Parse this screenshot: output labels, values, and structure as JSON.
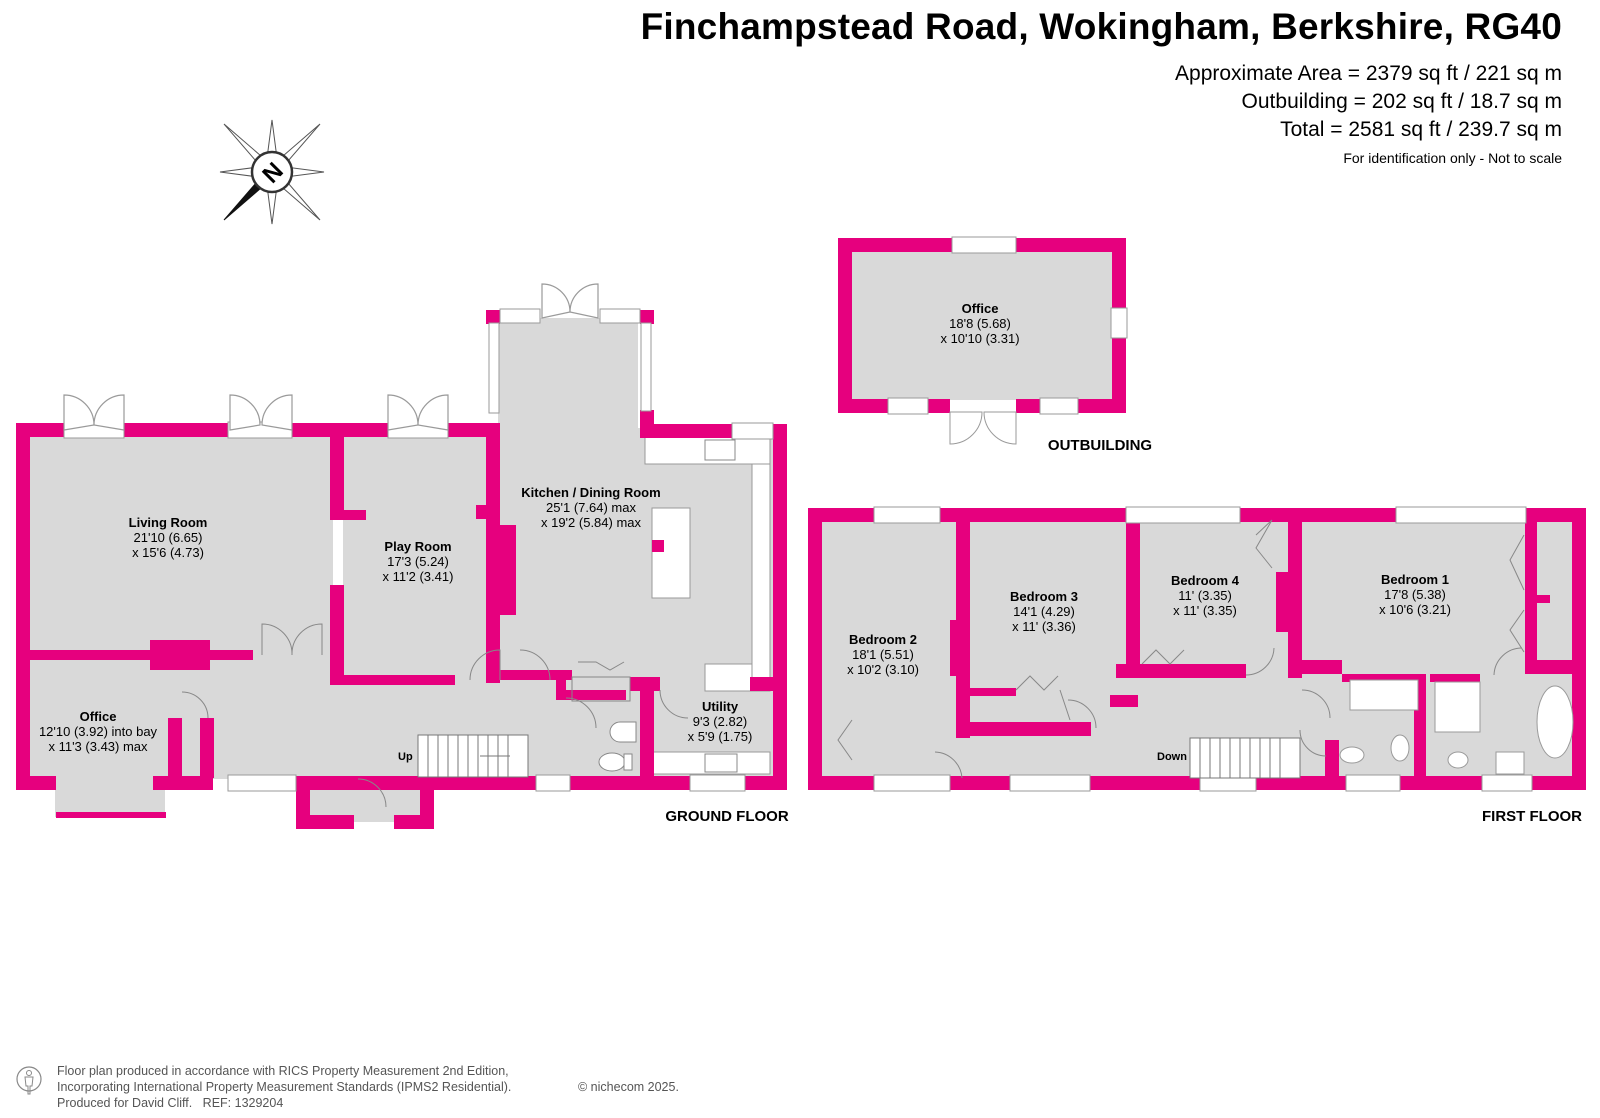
{
  "header": {
    "title": "Finchampstead Road, Wokingham, Berkshire, RG40",
    "area_lines": [
      "Approximate Area = 2379 sq ft / 221 sq m",
      "Outbuilding = 202 sq ft / 18.7 sq m",
      "Total = 2581 sq ft / 239.7 sq m"
    ],
    "note": "For identification only - Not to scale"
  },
  "compass": {
    "label": "N"
  },
  "colors": {
    "wall": "#e6007e",
    "floor": "#d9d9d9",
    "window": "#ffffff",
    "outline": "#9a9a9a"
  },
  "floors": {
    "ground": "GROUND FLOOR",
    "first": "FIRST FLOOR",
    "outbuilding": "OUTBUILDING"
  },
  "rooms": {
    "living": {
      "name": "Living Room",
      "dim1": "21'10 (6.65)",
      "dim2": "x 15'6 (4.73)"
    },
    "office_gf": {
      "name": "Office",
      "dim1": "12'10 (3.92) into bay",
      "dim2": "x 11'3 (3.43) max"
    },
    "play": {
      "name": "Play Room",
      "dim1": "17'3 (5.24)",
      "dim2": "x 11'2 (3.41)"
    },
    "kitchen": {
      "name": "Kitchen / Dining Room",
      "dim1": "25'1 (7.64) max",
      "dim2": "x 19'2 (5.84) max"
    },
    "utility": {
      "name": "Utility",
      "dim1": "9'3 (2.82)",
      "dim2": "x 5'9 (1.75)"
    },
    "office_out": {
      "name": "Office",
      "dim1": "18'8 (5.68)",
      "dim2": "x 10'10 (3.31)"
    },
    "bed2": {
      "name": "Bedroom 2",
      "dim1": "18'1 (5.51)",
      "dim2": "x 10'2 (3.10)"
    },
    "bed3": {
      "name": "Bedroom 3",
      "dim1": "14'1 (4.29)",
      "dim2": "x 11' (3.36)"
    },
    "bed4": {
      "name": "Bedroom 4",
      "dim1": "11' (3.35)",
      "dim2": "x 11' (3.35)"
    },
    "bed1": {
      "name": "Bedroom 1",
      "dim1": "17'8 (5.38)",
      "dim2": "x 10'6 (3.21)"
    }
  },
  "stairs": {
    "up": "Up",
    "down": "Down"
  },
  "footer": {
    "line1": "Floor plan produced in accordance with RICS Property Measurement 2nd Edition,",
    "line2": "Incorporating International Property Measurement Standards (IPMS2 Residential).",
    "line3_a": "Produced for David Cliff.",
    "line3_b": "REF:  1329204",
    "copyright": "© nichecom 2025."
  }
}
